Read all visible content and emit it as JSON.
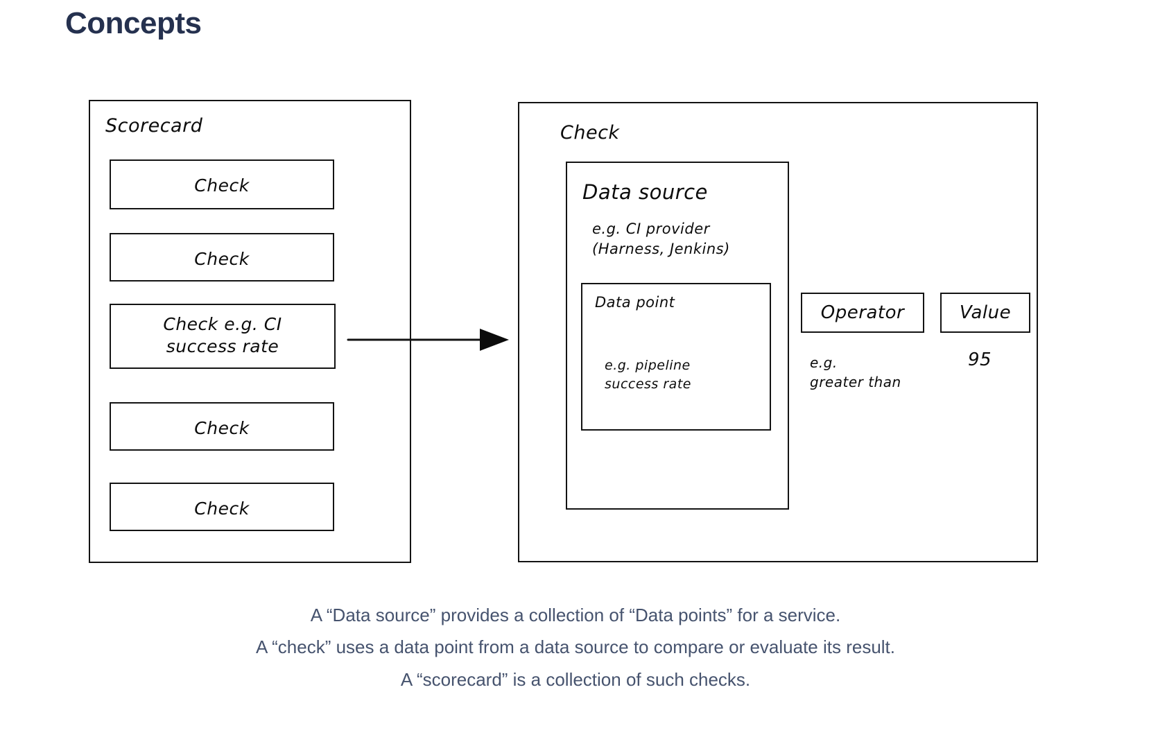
{
  "page": {
    "title": "Concepts",
    "title_color": "#25314f",
    "background": "#ffffff",
    "stroke_color": "#131313",
    "caption_color": "#46536e"
  },
  "diagram": {
    "scorecard": {
      "title": "Scorecard",
      "checks": [
        {
          "label": "Check"
        },
        {
          "label": "Check"
        },
        {
          "label": "Check e.g. CI\nsuccess rate"
        },
        {
          "label": "Check"
        },
        {
          "label": "Check"
        }
      ]
    },
    "connector": {
      "name": "arrow",
      "from": "Check e.g. CI success rate",
      "to": "Check",
      "direction": "right"
    },
    "check": {
      "title": "Check",
      "data_source": {
        "title": "Data source",
        "example": "e.g. CI provider\n(Harness, Jenkins)",
        "data_point": {
          "title": "Data point",
          "example": "e.g. pipeline\nsuccess rate"
        }
      },
      "operator": {
        "label": "Operator",
        "example": "e.g.\ngreater than"
      },
      "value": {
        "label": "Value",
        "example": "95"
      }
    }
  },
  "caption": {
    "lines": [
      "A “Data source” provides a collection of “Data points” for a service.",
      "A “check” uses a data point from a data source to compare or evaluate its result.",
      "A “scorecard” is a collection of such checks."
    ]
  }
}
